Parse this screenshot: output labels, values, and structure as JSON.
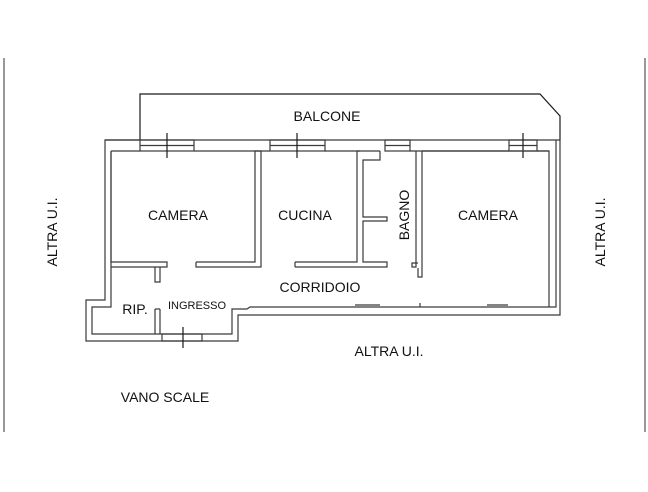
{
  "diagram": {
    "type": "floor-plan",
    "labels": {
      "balcony": "BALCONE",
      "bedroom_left": "CAMERA",
      "kitchen": "CUCINA",
      "bathroom": "BAGNO",
      "bedroom_right": "CAMERA",
      "corridor": "CORRIDOIO",
      "storage": "RIP.",
      "entrance": "INGRESSO",
      "neighbor_left": "ALTRA U.I.",
      "neighbor_right": "ALTRA U.I.",
      "neighbor_bottom": "ALTRA U.I.",
      "stairwell": "VANO SCALE"
    },
    "colors": {
      "wall": "#3a3a3a",
      "background": "#ffffff",
      "text": "#111111"
    }
  }
}
